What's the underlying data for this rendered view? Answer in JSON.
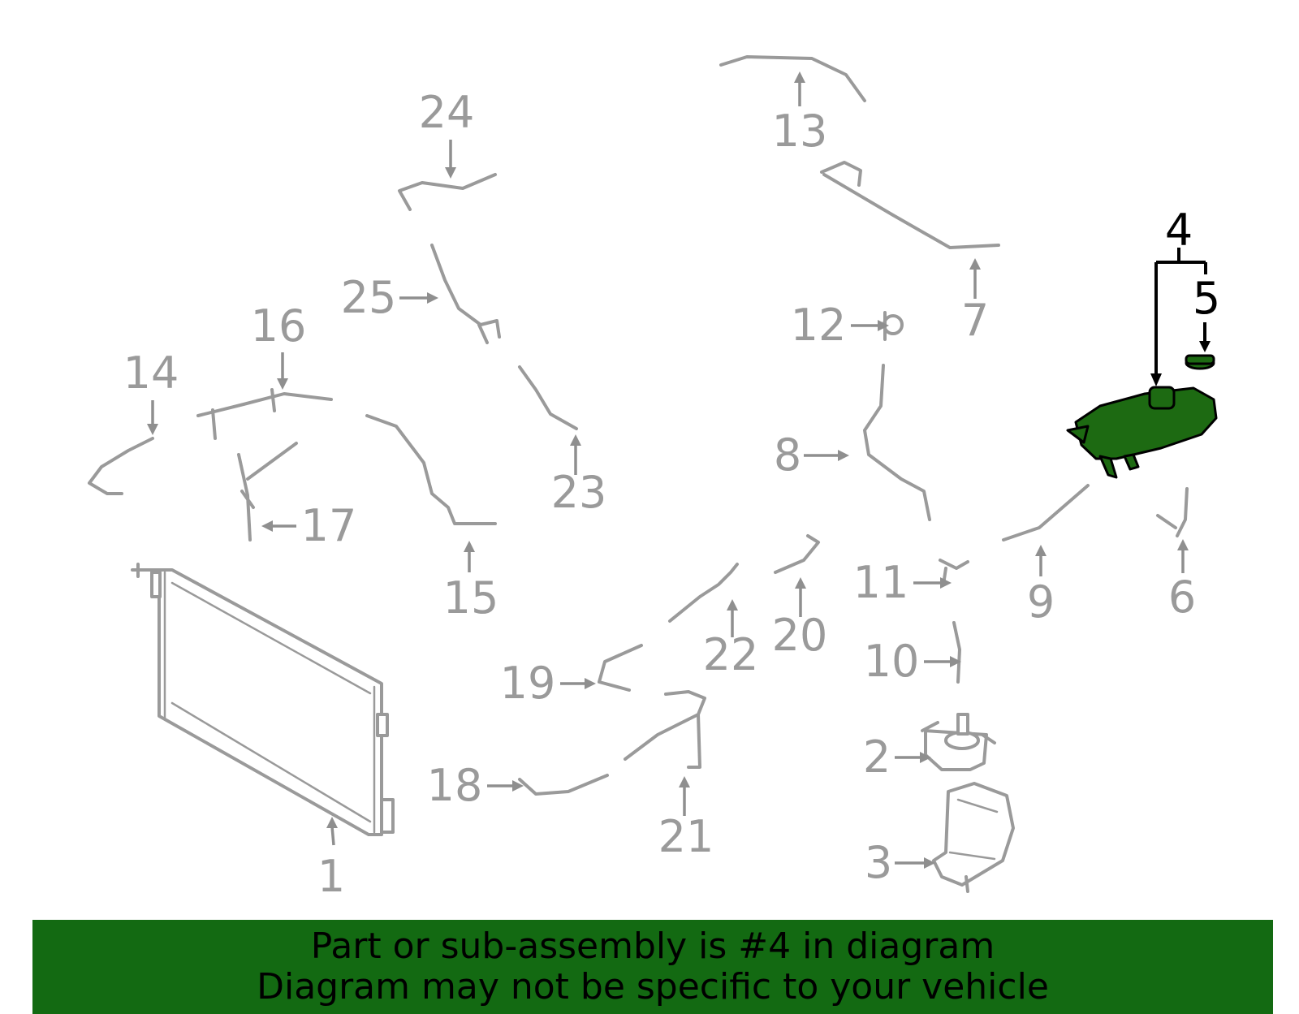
{
  "callouts": {
    "c1": "1",
    "c2": "2",
    "c3": "3",
    "c4": "4",
    "c5": "5",
    "c6": "6",
    "c7": "7",
    "c8": "8",
    "c9": "9",
    "c10": "10",
    "c11": "11",
    "c12": "12",
    "c13": "13",
    "c14": "14",
    "c15": "15",
    "c16": "16",
    "c17": "17",
    "c18": "18",
    "c19": "19",
    "c20": "20",
    "c21": "21",
    "c22": "22",
    "c23": "23",
    "c24": "24",
    "c25": "25"
  },
  "highlight": {
    "part_number": "4",
    "color": "#1d6a12"
  },
  "banner": {
    "line1": "Part or sub-assembly is #4 in diagram",
    "line2": "Diagram may not be specific to your vehicle",
    "background": "#136a12"
  }
}
